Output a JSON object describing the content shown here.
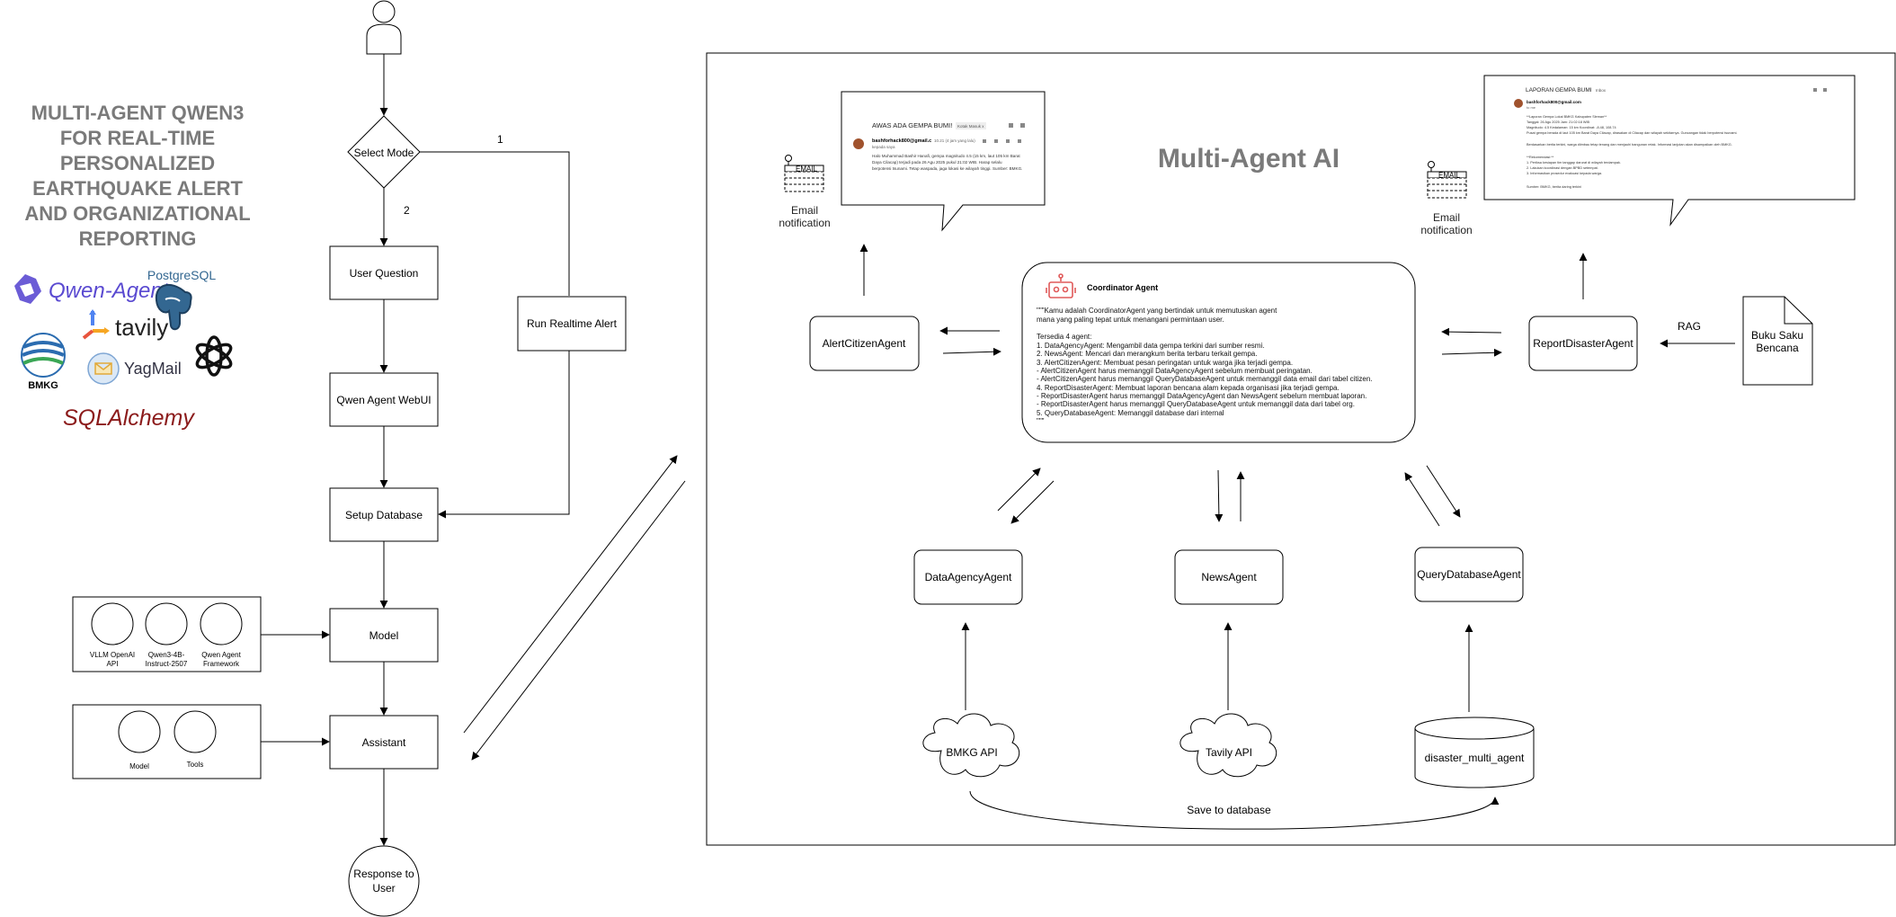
{
  "title_lines": [
    "MULTI-AGENT QWEN3",
    "FOR REAL-TIME",
    "PERSONALIZED",
    "EARTHQUAKE ALERT",
    "AND ORGANIZATIONAL",
    "REPORTING"
  ],
  "logos": {
    "qwen_agent": "Qwen-Agent",
    "postgresql": "PostgreSQL",
    "tavily": "tavily",
    "bmkg": "BMKG",
    "yagmail": "YagMail",
    "sqlalchemy": "SQLAlchemy"
  },
  "flow": {
    "select_mode": "Select Mode",
    "branch_1": "1",
    "branch_2": "2",
    "user_question": "User Question",
    "qwen_agent_webui": "Qwen Agent WebUI",
    "setup_database": "Setup Database",
    "run_realtime_alert": "Run Realtime Alert",
    "model": "Model",
    "assistant": "Assistant",
    "response_lines": [
      "Response to",
      "User"
    ]
  },
  "model_inputs": [
    {
      "lines": [
        "VLLM OpenAI",
        "API"
      ]
    },
    {
      "lines": [
        "Qwen3-4B-",
        "Instruct-2507"
      ]
    },
    {
      "lines": [
        "Qwen Agent",
        "Framework"
      ]
    }
  ],
  "assistant_inputs": [
    {
      "lines": [
        "Model"
      ]
    },
    {
      "lines": [
        "Tools"
      ]
    }
  ],
  "panel": {
    "title": "Multi-Agent AI",
    "alert_citizen_agent": "AlertCitizenAgent",
    "report_disaster_agent": "ReportDisasterAgent",
    "data_agency_agent": "DataAgencyAgent",
    "news_agent": "NewsAgent",
    "query_database_agent": "QueryDatabaseAgent",
    "bmkg_api": "BMKG API",
    "tavily_api": "Tavily API",
    "database": "disaster_multi_agent",
    "save_to_database": "Save to database",
    "rag": "RAG",
    "buku_saku_lines": [
      "Buku Saku",
      "Bencana"
    ],
    "email_notification_lines": [
      "Email",
      "notification"
    ],
    "email_icon_label": "EMAIL"
  },
  "coordinator": {
    "title": "Coordinator Agent",
    "lines": [
      "\"\"\"Kamu adalah CoordinatorAgent yang bertindak untuk memutuskan agent",
      "mana yang paling tepat untuk menangani permintaan user.",
      "",
      "    Tersedia 4 agent:",
      "    1. DataAgencyAgent: Mengambil data gempa terkini dari sumber resmi.",
      "    2. NewsAgent: Mencari dan merangkum berita terbaru terkait gempa.",
      "    3. AlertCitizenAgent: Membuat pesan peringatan untuk warga jika terjadi gempa.",
      "       - AlertCitizenAgent harus memanggil DataAgencyAgent sebelum membuat peringatan.",
      "       - AlertCitizenAgent harus memanggil QueryDatabaseAgent untuk memanggil data email dari tabel citizen.",
      "    4. ReportDisasterAgent: Membuat laporan bencana alam kepada organisasi jika terjadi gempa.",
      "       - ReportDisasterAgent harus memanggil DataAgencyAgent dan NewsAgent sebelum membuat laporan.",
      "       - ReportDisasterAgent harus memanggil QueryDatabaseAgent untuk memanggil data dari tabel org.",
      "    5. QueryDatabaseAgent: Memanggil database dari internal",
      "\"\"\""
    ]
  },
  "email_citizen": {
    "subject": "AWAS ADA GEMPA BUMI!",
    "badge": "Kotak Masuk x",
    "sender": "bashforhack800@gmail.c",
    "to": "kepada saya",
    "time": "10.21 (4 jam yang lalu)",
    "body_lines": [
      "Halo Muhammad Bashir Hanafi, gempa magnitudo 4.5 (15 km, laut 105 km Barat",
      "Daya Cilacap) terjadi pada 26 Agu 2025 pukul 21:02 WIB. Harap selalu",
      "berpotensi tsunami. Tetap waspada, jaga lokasi ke wilayah tinggi. Sumber: BMKG."
    ]
  },
  "email_report": {
    "subject": "LAPORAN GEMPA BUMI",
    "badge": "Inbox",
    "sender": "bashforhack800@gmail.com",
    "to": "to me",
    "lines": [
      "**Laporan Gempa Lokal BMKG Kabupaten Sleman**",
      "Tanggal: 26 Agu 2025  Jam: 21:02:18 WIB",
      "Magnitudo: 4.5  Kedalaman: 15 km  Koordinat: -8.48, 108.74",
      "Pusat gempa berada di laut 105 km Barat Daya Cilacap, dirasakan di Cilacap dan wilayah sekitarnya. Guncangan tidak berpotensi tsunami.",
      "Berdasarkan berita terkini, warga diimbau tetap tenang dan menjauhi bangunan retak. Informasi lanjutan akan disampaikan oleh BMKG.",
      "",
      "**Rekomendasi:**",
      "1. Periksa kesiapan tim tanggap darurat di wilayah terdampak.",
      "2. Lakukan koordinasi dengan BPBD setempat.",
      "3. Informasikan prosedur evakuasi kepada warga.",
      "",
      "Sumber: BMKG, berita daring terkini"
    ]
  }
}
